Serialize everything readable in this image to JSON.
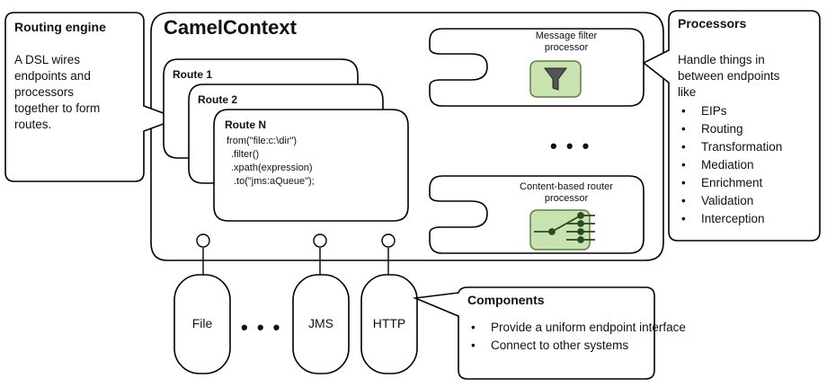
{
  "camel_context": {
    "title": "CamelContext"
  },
  "routing_engine": {
    "title": "Routing engine",
    "lines": [
      "A DSL wires",
      "endpoints and",
      "processors",
      "together to form",
      "routes."
    ]
  },
  "routes": {
    "route1": "Route 1",
    "route2": "Route 2",
    "routeN": "Route N",
    "code": [
      "from(\"file:c:\\dir\")",
      ".filter()",
      ".xpath(expression)",
      ".to(\"jms:aQueue\");"
    ]
  },
  "processors_callout": {
    "title": "Processors",
    "lines": [
      "Handle things in",
      "between endpoints",
      "like"
    ],
    "items": [
      "EIPs",
      "Routing",
      "Transformation",
      "Mediation",
      "Enrichment",
      "Validation",
      "Interception"
    ]
  },
  "message_filter": {
    "label_lines": [
      "Message filter",
      "processor"
    ]
  },
  "cbr": {
    "label_lines": [
      "Content-based router",
      "processor"
    ]
  },
  "ellipsis": "• • •",
  "components_bottom": {
    "file": "File",
    "jms": "JMS",
    "http": "HTTP"
  },
  "components_callout": {
    "title": "Components",
    "items": [
      "Provide a uniform endpoint interface",
      "Connect to other systems"
    ]
  },
  "colors": {
    "stroke": "#000000",
    "processor_fill": "#c9e3b0",
    "processor_stroke": "#5e7d48",
    "icon_dark": "#2d4a26"
  }
}
